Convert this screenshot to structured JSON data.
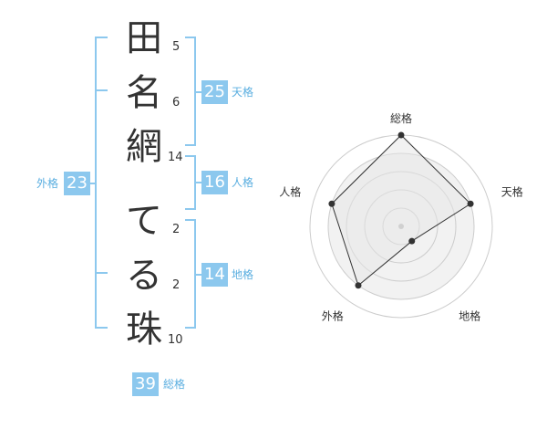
{
  "name_chars": [
    {
      "char": "田",
      "strokes": "5"
    },
    {
      "char": "名",
      "strokes": "6"
    },
    {
      "char": "網",
      "strokes": "14"
    },
    {
      "char": "て",
      "strokes": "2"
    },
    {
      "char": "る",
      "strokes": "2"
    },
    {
      "char": "珠",
      "strokes": "10"
    }
  ],
  "kaku": {
    "tenkaku": {
      "value": "25",
      "label": "天格"
    },
    "jinkaku": {
      "value": "16",
      "label": "人格"
    },
    "chikaku": {
      "value": "14",
      "label": "地格"
    },
    "gaikaku": {
      "value": "23",
      "label": "外格"
    },
    "soukaku": {
      "value": "39",
      "label": "総格"
    }
  },
  "chart_data": {
    "type": "radar",
    "axes": [
      "総格",
      "天格",
      "地格",
      "外格",
      "人格"
    ],
    "values": [
      5,
      4,
      1,
      4,
      4
    ],
    "max": 5,
    "rings": 5,
    "fill_color": "#f2f2f2",
    "line_color": "#333333"
  }
}
